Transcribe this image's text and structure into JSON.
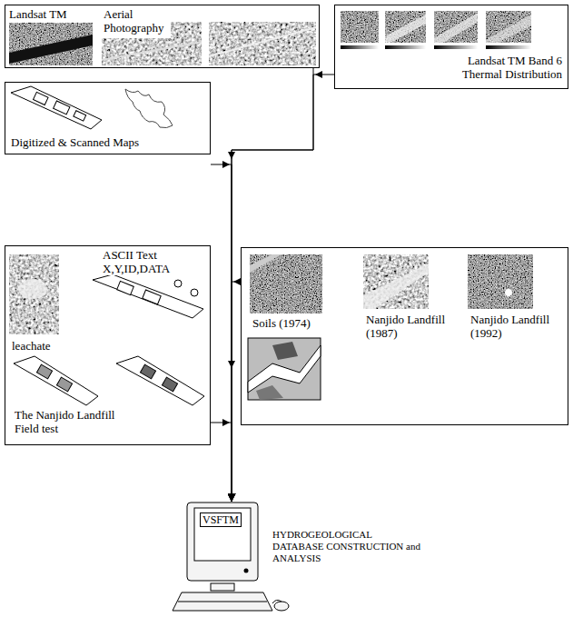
{
  "diagram": {
    "nodes": [
      {
        "text": [
          "Landsat TM",
          "Aerial Photography"
        ]
      },
      {
        "text": [
          "Landsat TM Band 6 Thermal Distribution"
        ]
      },
      {
        "text": [
          "Digitized & Scanned Maps"
        ]
      },
      {
        "text": [
          "ASCII Text X,Y,ID,DATA",
          "leachate",
          "The Nanjido Landfill Field test"
        ]
      },
      {
        "text": [
          "Soils (1974)",
          "Nanjido Landfill (1987)",
          "Nanjido Landfill (1992)"
        ]
      },
      {
        "text": [
          "VSFTM",
          "HYDROGEOLOGICAL DATABASE CONSTRUCTION and ANALYSIS"
        ]
      }
    ],
    "edges": [
      {
        "from": 0,
        "to": 5,
        "arrow": "to"
      },
      {
        "from": 1,
        "to": 5,
        "arrow": "to"
      },
      {
        "from": 2,
        "to": 5,
        "arrow": "to"
      },
      {
        "from": 3,
        "to": 5,
        "arrow": "to"
      },
      {
        "from": 4,
        "to": 5,
        "arrow": "to"
      }
    ]
  }
}
